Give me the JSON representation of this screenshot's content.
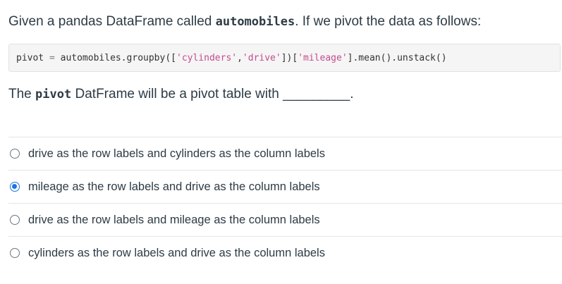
{
  "question": {
    "prefix": "Given a pandas DataFrame called ",
    "code_name": "automobiles",
    "suffix": ". If we pivot the data as follows:"
  },
  "code": {
    "var": "pivot",
    "eq": "=",
    "expr_start": "automobiles.groupby([",
    "str1": "'cylinders'",
    "comma": ",",
    "str2": "'drive'",
    "mid": "])[",
    "str3": "'mileage'",
    "end": "].mean().unstack()"
  },
  "statement": {
    "prefix": "The ",
    "code_name": "pivot",
    "middle": " DatFrame will be a pivot table with ",
    "blank": "_________",
    "end": "."
  },
  "answers": [
    {
      "label": "drive as the row labels and cylinders as the column labels",
      "selected": false
    },
    {
      "label": "mileage as the row labels and drive as the column labels",
      "selected": true
    },
    {
      "label": "drive as the row labels and mileage as the column labels",
      "selected": false
    },
    {
      "label": "cylinders as the row labels and drive as the column labels",
      "selected": false
    }
  ],
  "colors": {
    "text": "#2d3b45",
    "radio_selected": "#1a73e8",
    "code_string": "#c44c8e",
    "code_bg": "#f5f5f5"
  }
}
